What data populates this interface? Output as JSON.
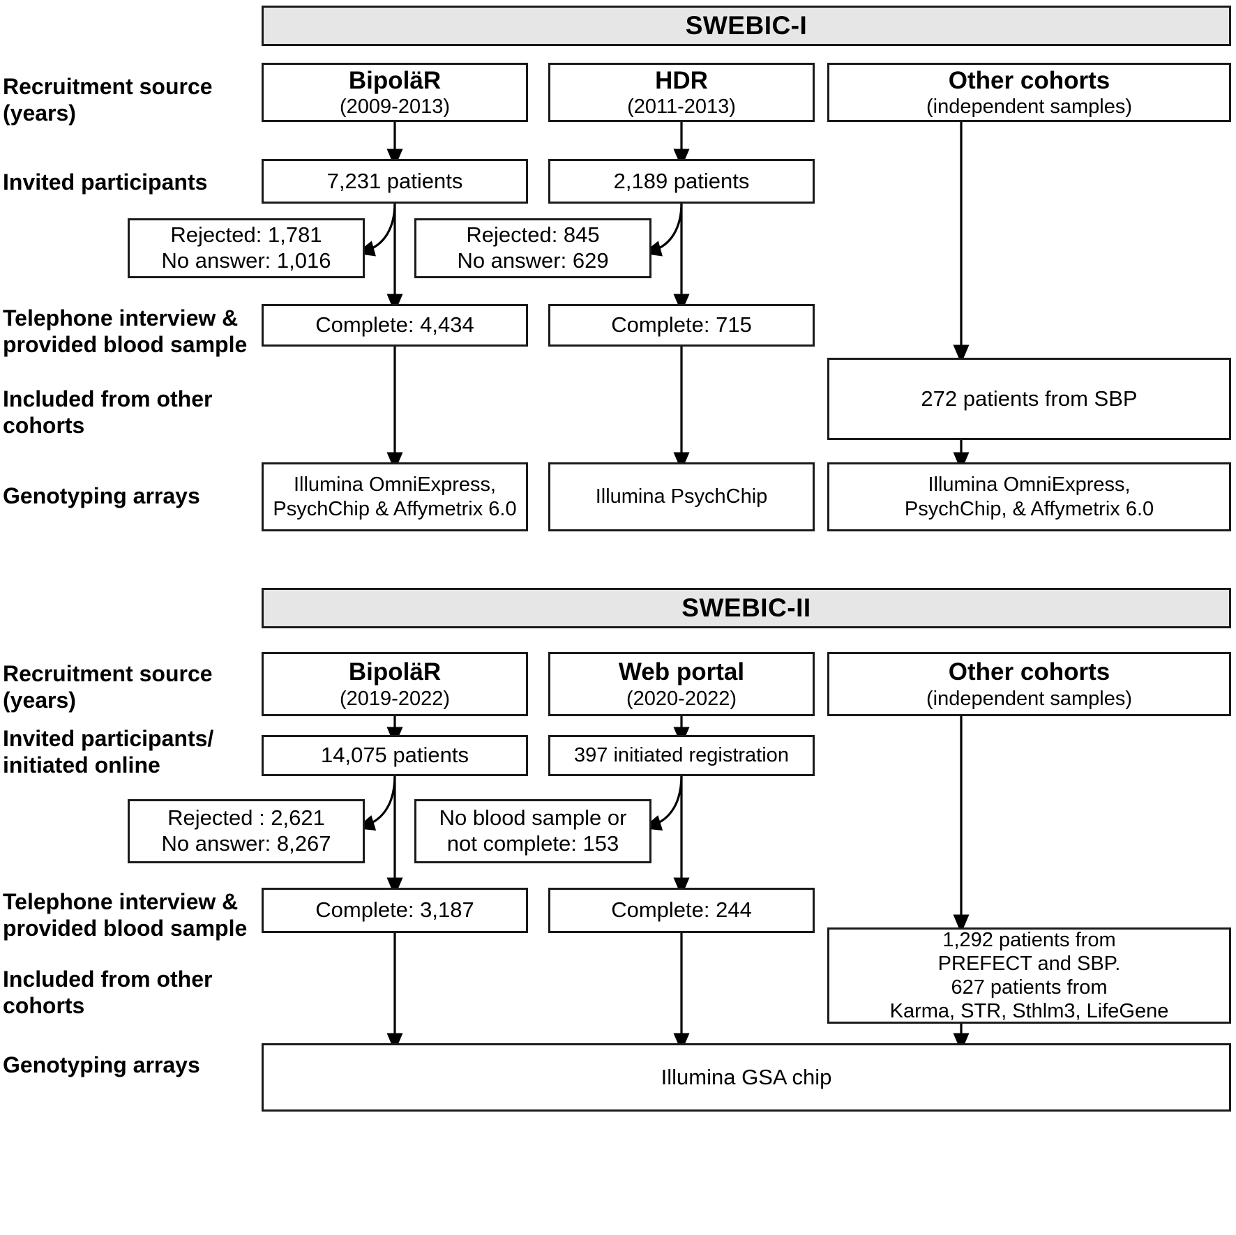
{
  "page": {
    "title": "SWEBIC recruitment flowchart",
    "background_color": "#ffffff",
    "banner_fill": "#e6e6e6",
    "line_color": "#1a1a1a"
  },
  "sections": [
    {
      "id": "swebic-1",
      "banner": "SWEBIC-I",
      "row_labels": [
        "Recruitment source\n(years)",
        "Invited participants",
        "Telephone interview &\nprovided blood sample",
        "Included from other\ncohorts",
        "Genotyping arrays"
      ],
      "columns": [
        {
          "id": "bipolar",
          "source_title": "BipoläR",
          "source_years": "(2009-2013)",
          "invited": "7,231 patients",
          "exclusion": "Rejected: 1,781\nNo answer: 1,016",
          "complete": "Complete: 4,434",
          "other_cohort": null,
          "genotyping": "Illumina OmniExpress,\nPsychChip & Affymetrix 6.0"
        },
        {
          "id": "hdr",
          "source_title": "HDR",
          "source_years": "(2011-2013)",
          "invited": "2,189 patients",
          "exclusion": "Rejected: 845\nNo answer: 629",
          "complete": "Complete: 715",
          "other_cohort": null,
          "genotyping": "Illumina PsychChip"
        },
        {
          "id": "other-cohorts",
          "source_title": "Other cohorts",
          "source_years": "(independent samples)",
          "invited": null,
          "exclusion": null,
          "complete": null,
          "other_cohort": "272 patients from SBP",
          "genotyping": "Illumina OmniExpress,\nPsychChip, & Affymetrix 6.0"
        }
      ]
    },
    {
      "id": "swebic-2",
      "banner": "SWEBIC-II",
      "row_labels": [
        "Recruitment source\n(years)",
        "Invited participants/\ninitiated online",
        "Telephone interview &\nprovided blood sample",
        "Included from other\ncohorts",
        "Genotyping arrays"
      ],
      "columns": [
        {
          "id": "bipolar-2",
          "source_title": "BipoläR",
          "source_years": "(2019-2022)",
          "invited": "14,075 patients",
          "exclusion": "Rejected : 2,621\nNo answer: 8,267",
          "complete": "Complete: 3,187",
          "other_cohort": null
        },
        {
          "id": "web-portal",
          "source_title": "Web portal",
          "source_years": "(2020-2022)",
          "invited": "397 initiated registration",
          "exclusion": "No blood sample or\nnot complete: 153",
          "complete": "Complete: 244",
          "other_cohort": null
        },
        {
          "id": "other-cohorts-2",
          "source_title": "Other cohorts",
          "source_years": "(independent samples)",
          "invited": null,
          "exclusion": null,
          "complete": null,
          "other_cohort": "1,292 patients from\nPREFECT and SBP.\n627 patients from\nKarma, STR, Sthlm3, LifeGene"
        }
      ],
      "genotyping_shared": "Illumina GSA chip"
    }
  ]
}
